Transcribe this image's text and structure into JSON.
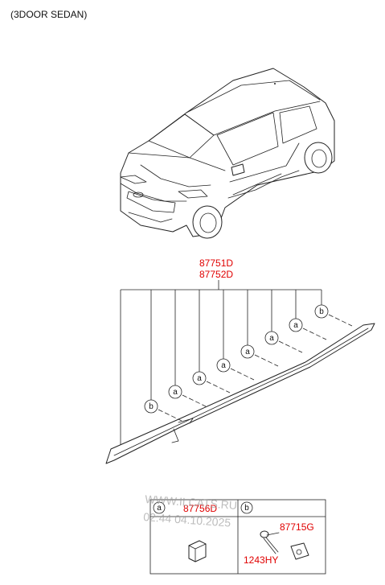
{
  "caption": "(3DOOR SEDAN)",
  "callout_parts": [
    "87751D",
    "87752D"
  ],
  "callouts": [
    "b",
    "a",
    "a",
    "a",
    "a",
    "a",
    "a",
    "b"
  ],
  "legend": {
    "a_label": "a",
    "a_part": "87756D",
    "b_label": "b",
    "b_part_1": "87715G",
    "b_part_2": "1243HY"
  },
  "watermark": {
    "line1": "WWW.ILCATS.RU",
    "line2": "02:44 04.10.2025"
  }
}
